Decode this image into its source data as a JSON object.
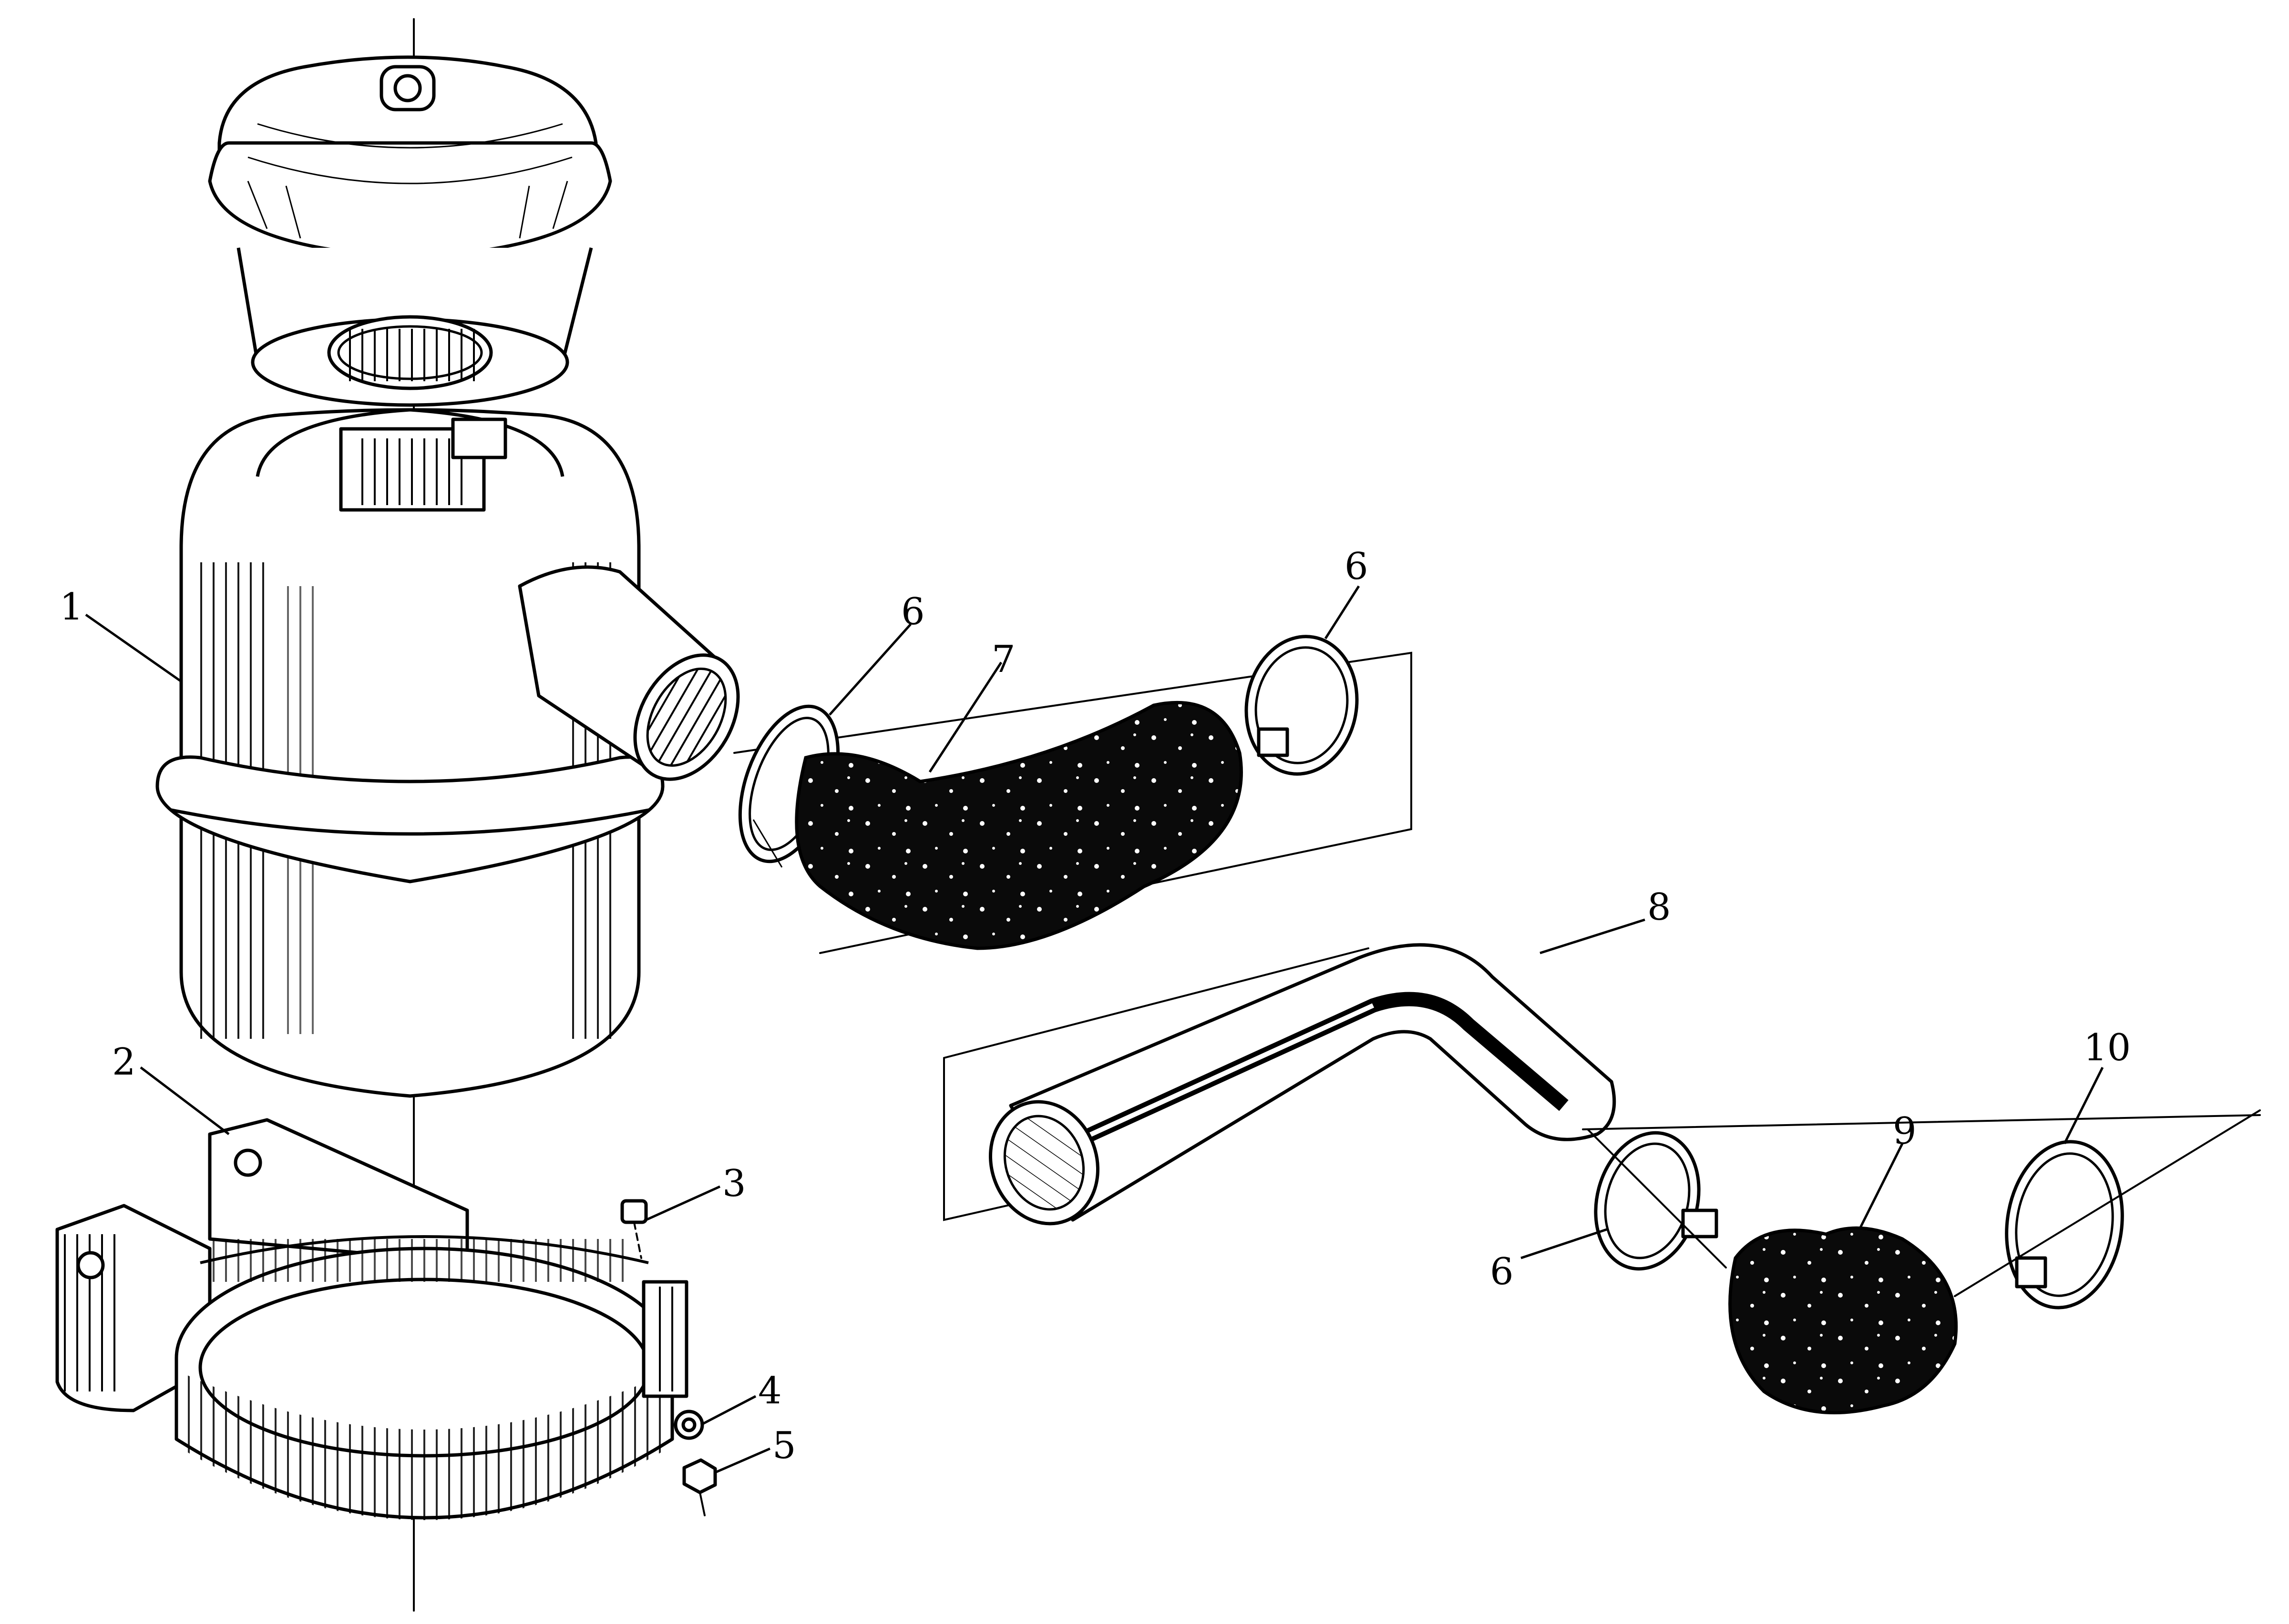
{
  "callouts": {
    "c1": "1",
    "c2": "2",
    "c3": "3",
    "c4": "4",
    "c5": "5",
    "c6a": "6",
    "c6b": "6",
    "c6c": "6",
    "c7": "7",
    "c8": "8",
    "c9": "9",
    "c10": "10"
  },
  "colors": {
    "ink": "#000000",
    "paper": "#ffffff"
  }
}
